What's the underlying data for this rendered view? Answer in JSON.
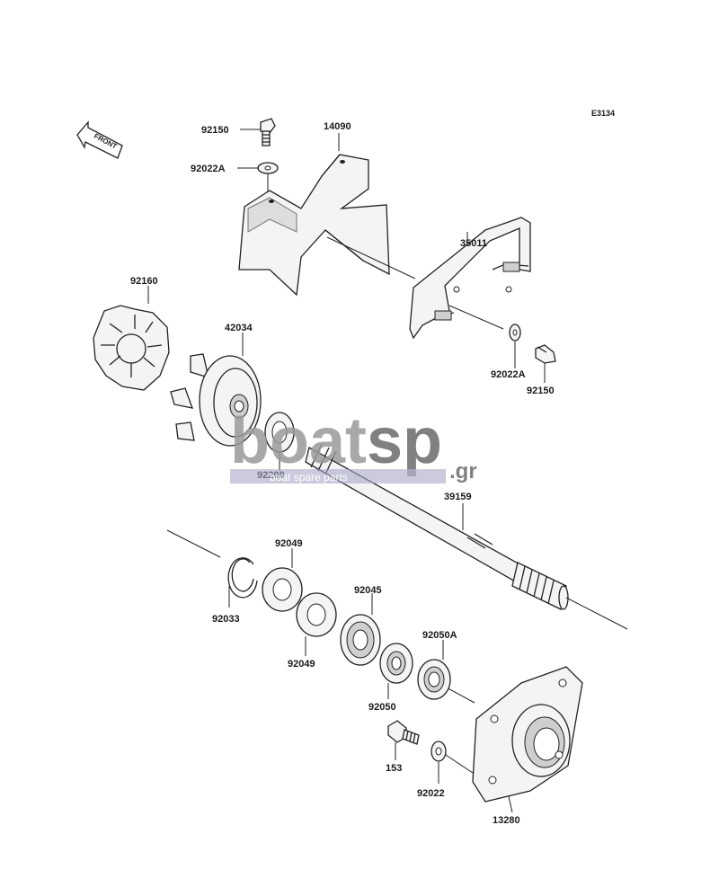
{
  "diagram_code": "E3134",
  "front_label": "FRONT",
  "watermark": {
    "brand_main": "boat",
    "brand_accent": "sp",
    "brand_tld": ".gr",
    "tagline": "boat spare parts",
    "main_color": "#9a9a9a",
    "accent_color": "#6b6b6b"
  },
  "parts": [
    {
      "id": "p92150a",
      "number": "92150"
    },
    {
      "id": "p14090",
      "number": "14090"
    },
    {
      "id": "p92022a_top",
      "number": "92022A"
    },
    {
      "id": "p35011",
      "number": "35011"
    },
    {
      "id": "p92160",
      "number": "92160"
    },
    {
      "id": "p42034",
      "number": "42034"
    },
    {
      "id": "p92022a_right",
      "number": "92022A"
    },
    {
      "id": "p92150b",
      "number": "92150"
    },
    {
      "id": "p92200",
      "number": "92200"
    },
    {
      "id": "p39159",
      "number": "39159"
    },
    {
      "id": "p92049a",
      "number": "92049"
    },
    {
      "id": "p92033",
      "number": "92033"
    },
    {
      "id": "p92045",
      "number": "92045"
    },
    {
      "id": "p92049b",
      "number": "92049"
    },
    {
      "id": "p92050a",
      "number": "92050A"
    },
    {
      "id": "p92050",
      "number": "92050"
    },
    {
      "id": "p153",
      "number": "153"
    },
    {
      "id": "p92022",
      "number": "92022"
    },
    {
      "id": "p13280",
      "number": "13280"
    }
  ]
}
